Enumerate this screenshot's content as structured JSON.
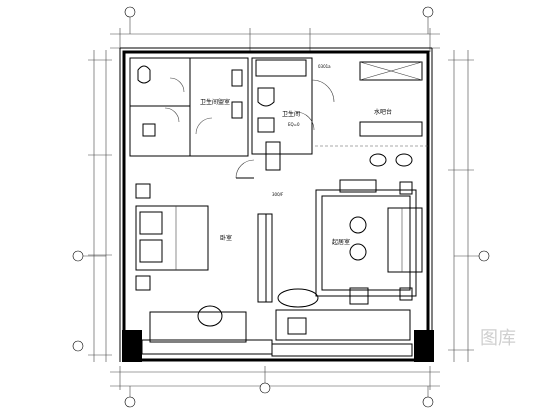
{
  "rooms": {
    "bathroom_left": "卫生间盥室",
    "bathroom_mid": "卫生间",
    "bar": "水吧台",
    "bedroom": "卧室",
    "living": "起居室"
  },
  "notes": {
    "note_top": "0301a",
    "note_mid": "EQ=0",
    "note_door": "300/F"
  },
  "watermark": "图库"
}
